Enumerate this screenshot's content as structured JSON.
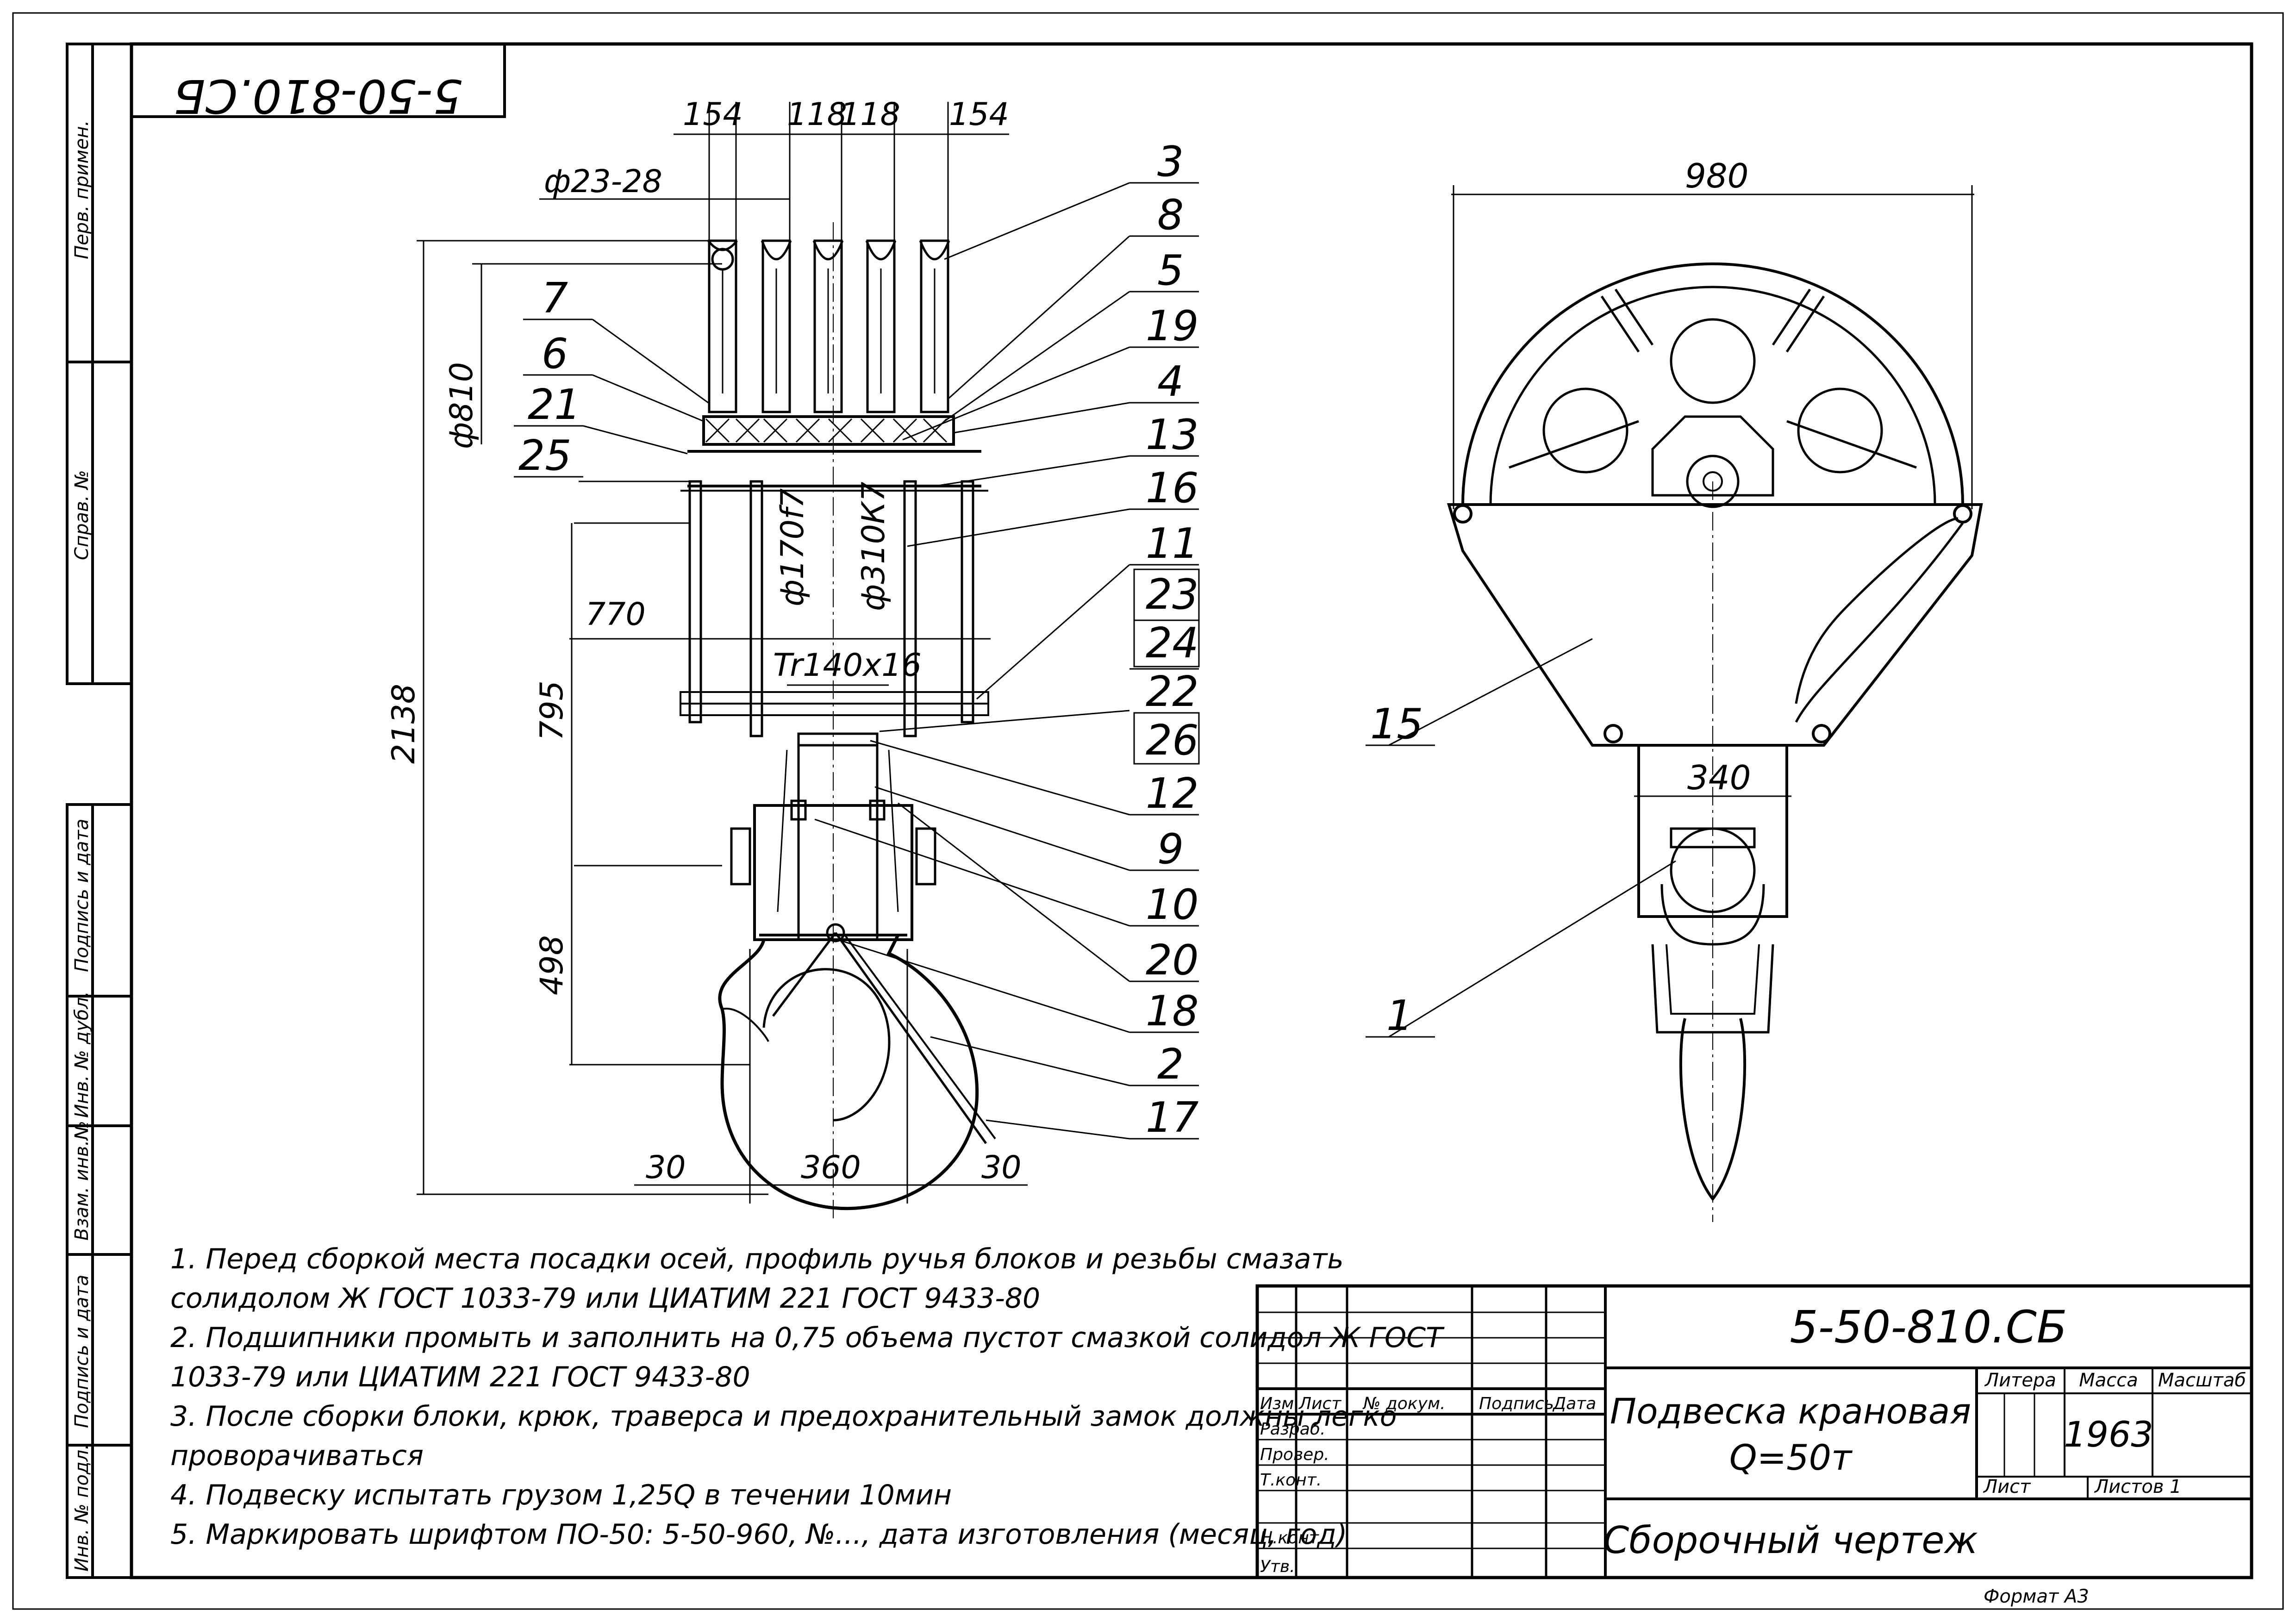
{
  "stamp_rotated": "5-50-810.СБ",
  "side_margin": {
    "perv_primen": "Перв. примен.",
    "sprav_no": "Справ. №",
    "podpis_data_1": "Подпись и дата",
    "inv_dubl": "Инв. № дубл.",
    "vzam_inv": "Взам. инв.№",
    "podpis_data_2": "Подпись и дата",
    "inv_podl": "Инв. № подл."
  },
  "dimensions": {
    "d154_left": "154",
    "d118_a": "118",
    "d118_b": "118",
    "d154_right": "154",
    "d23_28": "ф23-28",
    "d810": "ф810",
    "d170": "ф170f7",
    "d310": "ф310К7",
    "d770": "770",
    "d795": "795",
    "d2138": "2138",
    "thread": "Tr140x16",
    "d498": "498",
    "d30_left": "30",
    "d360": "360",
    "d30_right": "30",
    "d980": "980",
    "d340": "340"
  },
  "positions": {
    "p3": "3",
    "p8": "8",
    "p5": "5",
    "p19": "19",
    "p4": "4",
    "p13": "13",
    "p16": "16",
    "p11": "11",
    "p23": "23",
    "p24": "24",
    "p22": "22",
    "p26": "26",
    "p12": "12",
    "p9": "9",
    "p10": "10",
    "p20": "20",
    "p18": "18",
    "p2": "2",
    "p17": "17",
    "p7": "7",
    "p6": "6",
    "p21": "21",
    "p25": "25",
    "p15": "15",
    "p1": "1"
  },
  "notes": [
    "1. Перед сборкой места посадки осей, профиль ручья блоков и резьбы смазать",
    "солидолом Ж ГОСТ 1033-79 или ЦИАТИМ 221 ГОСТ 9433-80",
    "2. Подшипники промыть и заполнить на 0,75 объема пустот смазкой солидол Ж ГОСТ",
    "1033-79 или ЦИАТИМ 221 ГОСТ 9433-80",
    "3. После сборки блоки, крюк, траверса и предохранительный замок должны легко",
    "проворачиваться",
    "4. Подвеску испытать грузом 1,25Q в течении 10мин",
    "5. Маркировать шрифтом ПО-50: 5-50-960, №..., дата изготовления (месяц, год)"
  ],
  "title_block": {
    "designation": "5-50-810.СБ",
    "name_line1": "Подвеска крановая",
    "name_line2": "Q=50т",
    "doc_type": "Сборочный чертеж",
    "litera_label": "Литера",
    "massa_label": "Масса",
    "masshtab_label": "Масштаб",
    "mass_value": "1963",
    "list_label": "Лист",
    "listov_label": "Листов 1",
    "col_izm": "Изм",
    "col_list": "Лист",
    "col_doc": "№ докум.",
    "col_podpis": "Подпись",
    "col_data": "Дата",
    "row_razrab": "Разраб.",
    "row_prover": "Провер.",
    "row_tkont": "Т.конт.",
    "row_nkont": "Н.конт.",
    "row_utv": "Утв."
  },
  "format_label": "Формат А3"
}
